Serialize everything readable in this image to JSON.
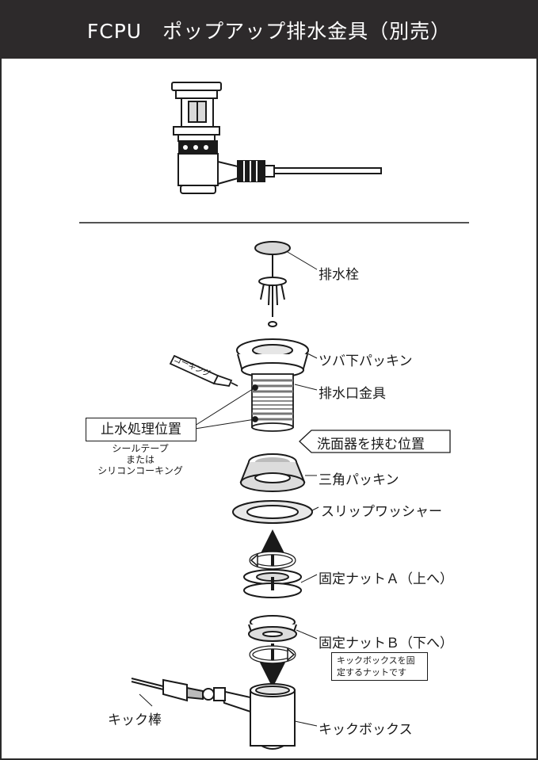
{
  "header": {
    "title": "FCPU　ポップアップ排水金具（別売）",
    "bg_color": "#2d2a2b",
    "text_color": "#ffffff"
  },
  "parts": {
    "drain_plug": "排水栓",
    "flange_packing": "ツバ下パッキン",
    "caulking_tube": "コーキング",
    "drain_fitting": "排水口金具",
    "basin_position": "洗面器を挟む位置",
    "triangle_packing": "三角パッキン",
    "slip_washer": "スリップワッシャー",
    "nut_a": "固定ナットＡ（上へ）",
    "nut_b": "固定ナットＢ（下へ）",
    "kick_rod": "キック棒",
    "kick_box": "キックボックス"
  },
  "sealing": {
    "title": "止水処理位置",
    "note_line1": "シールテープ",
    "note_line2": "または",
    "note_line3": "シリコンコーキング"
  },
  "nut_note": {
    "line1": "キックボックスを固",
    "line2": "定するナットです"
  }
}
